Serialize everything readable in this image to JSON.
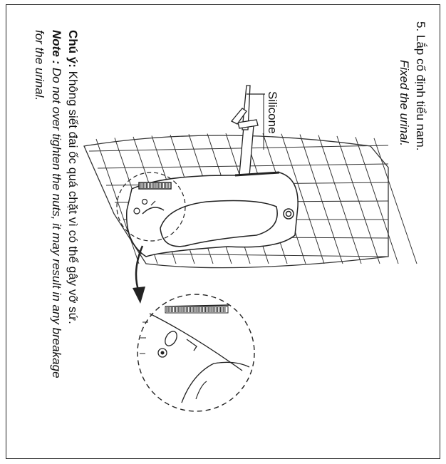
{
  "step": {
    "title_vi": "5. Lắp cố định tiểu nam.",
    "title_en": "Fixed the urinal."
  },
  "callout": {
    "silicone": "Silicone"
  },
  "note": {
    "vi_label": "Chú ý:",
    "vi_text": " Không siết đai ốc quá chặt vì có thể gây vỡ sứ.",
    "en_label": "Note :",
    "en_text_line1": " Do not over tighten the nuts, it may result in any breakage",
    "en_text_line2": "for the urinal."
  },
  "colors": {
    "ink": "#111111",
    "frame": "#222222",
    "background": "#ffffff"
  }
}
